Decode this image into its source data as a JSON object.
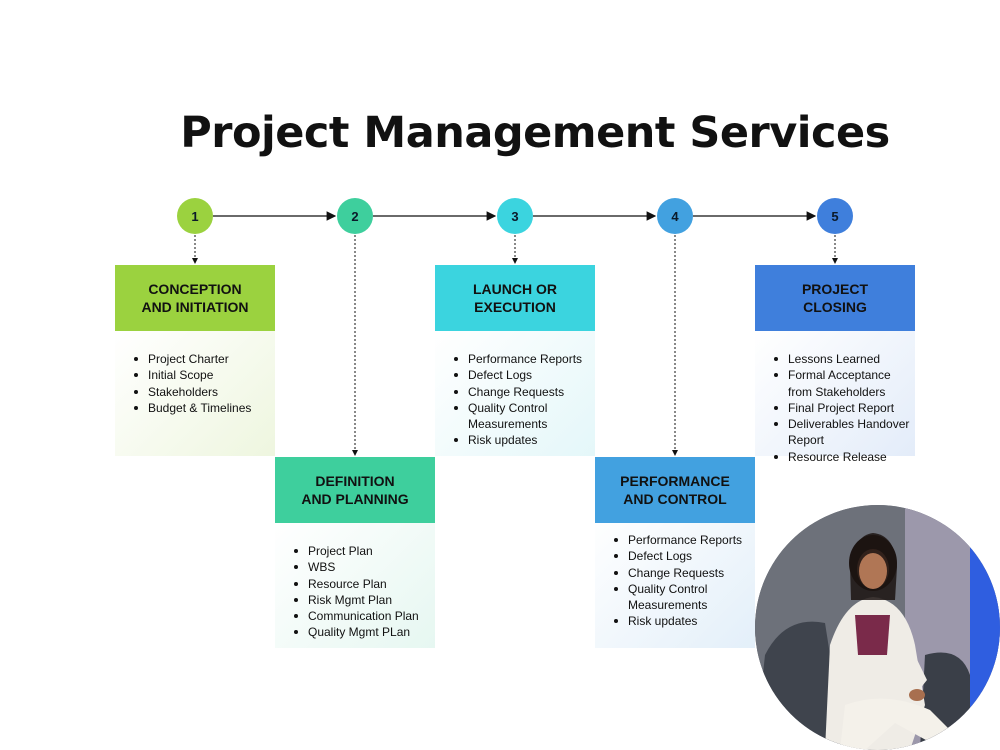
{
  "title": "Project Management Services",
  "phases": [
    {
      "number": "1",
      "title": "CONCEPTION\nAND INITIATION",
      "items": [
        "Project Charter",
        "Initial Scope",
        "Stakeholders",
        "Budget & Timelines"
      ]
    },
    {
      "number": "2",
      "title": "DEFINITION\nAND PLANNING",
      "items": [
        "Project Plan",
        "WBS",
        "Resource Plan",
        "Risk Mgmt Plan",
        "Communication Plan",
        "Quality Mgmt PLan"
      ]
    },
    {
      "number": "3",
      "title": "LAUNCH OR\nEXECUTION",
      "items": [
        "Performance Reports",
        "Defect Logs",
        "Change Requests",
        "Quality Control Measurements",
        "Risk updates"
      ]
    },
    {
      "number": "4",
      "title": "PERFORMANCE\nAND CONTROL",
      "items": [
        "Performance Reports",
        "Defect Logs",
        "Change Requests",
        "Quality Control Measurements",
        "Risk updates"
      ]
    },
    {
      "number": "5",
      "title": "PROJECT\nCLOSING",
      "items": [
        "Lessons Learned",
        "Formal Acceptance from Stakeholders",
        "Final Project Report",
        "Deliverables Handover Report",
        "Resource Release"
      ]
    }
  ],
  "colors": {
    "phase1": "#9bd23f",
    "phase2": "#3ecf9d",
    "phase3": "#3bd4df",
    "phase4": "#42a1e0",
    "phase5": "#3f7fdc"
  },
  "photo": "presenter-portrait"
}
